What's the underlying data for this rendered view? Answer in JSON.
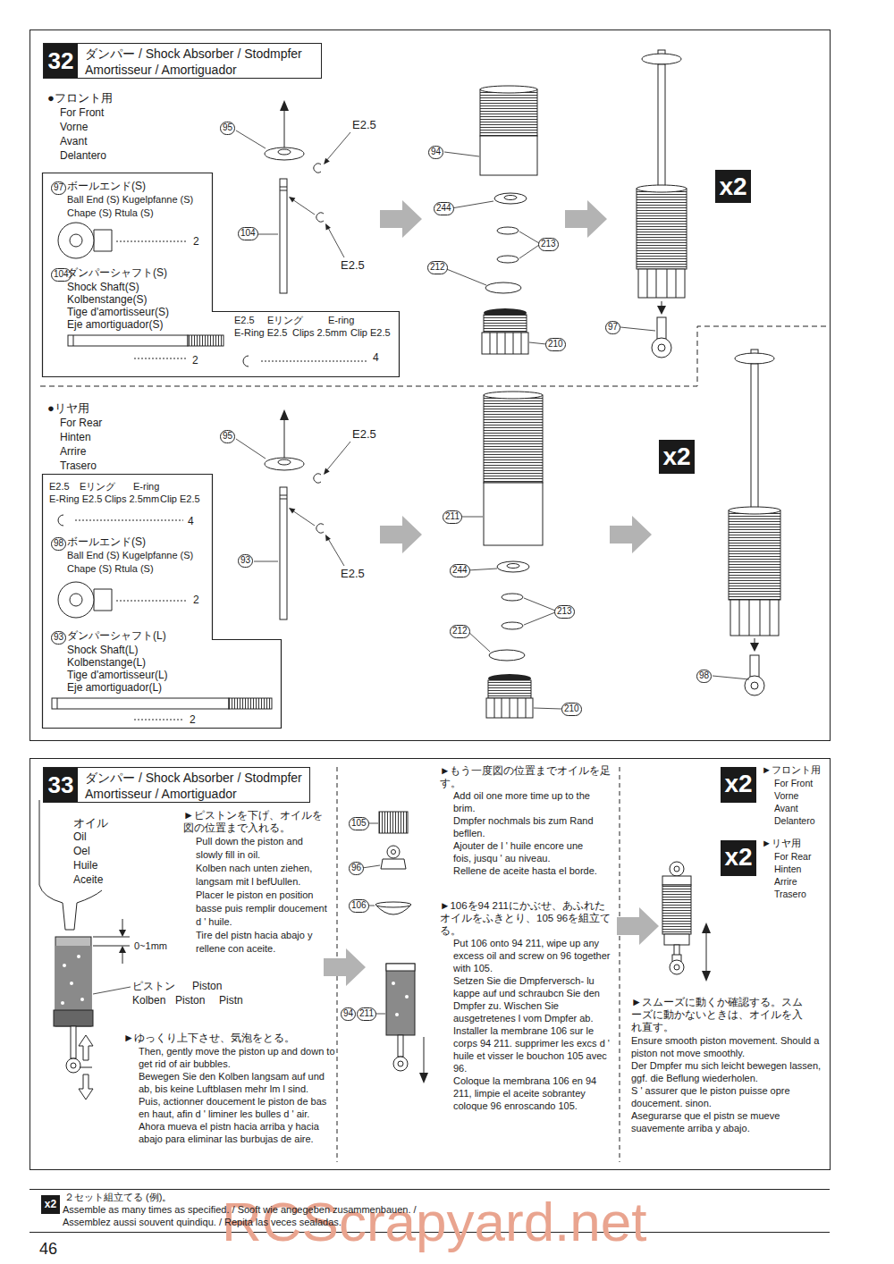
{
  "diagram": {
    "nodes": [
      {
        "text": [
          "32",
          "ダンパー / Shock Absorber / Stodmpfer",
          "Amortisseur / Amortiguador"
        ]
      },
      {
        "text": [
          "97",
          "ボールエンド(S)",
          "Ball End (S) Kugelpfanne (S)",
          "Chape (S) Rtula (S)",
          "2",
          "104",
          "ダンパーシャフト(S)",
          "Shock Shaft(S)",
          "Kolbenstange(S)",
          "Tige d'amortisseur(S)",
          "Eje amortiguador(S)",
          "2",
          "E2.5",
          "Eリング",
          "E-ring",
          "E-Ring E2.5",
          "Clips 2.5mm",
          "Clip E2.5",
          "4"
        ]
      },
      {
        "text": [
          "x2"
        ]
      },
      {
        "text": [
          "E2.5",
          "Eリング",
          "E-ring",
          "E-Ring E2.5",
          "Clips 2.5mm",
          "Clip E2.5",
          "4",
          "98",
          "ボールエンド(S)",
          "Ball End (S) Kugelpfanne (S)",
          "Chape (S) Rtula (S)",
          "2",
          "93",
          "ダンパーシャフト(L)",
          "Shock Shaft(L)",
          "Kolbenstange(L)",
          "Tige d'amortisseur(L)",
          "Eje amortiguador(L)",
          "2"
        ]
      },
      {
        "text": [
          "x2"
        ]
      },
      {
        "text": [
          "33",
          "ダンパー / Shock Absorber / Stodmpfer",
          "Amortisseur / Amortiguador"
        ]
      },
      {
        "text": [
          "x2"
        ]
      },
      {
        "text": [
          "x2"
        ]
      },
      {
        "text": [
          "x2"
        ]
      }
    ],
    "labels": [
      "●フロント用",
      "For Front",
      "Vorne",
      "Avant",
      "Delantero",
      "95",
      "E2.5",
      "104",
      "E2.5",
      "94",
      "244",
      "213",
      "212",
      "210",
      "97",
      "●リヤ用",
      "For Rear",
      "Hinten",
      "Arrire",
      "Trasero",
      "95",
      "E2.5",
      "93",
      "E2.5",
      "211",
      "244",
      "213",
      "212",
      "210",
      "98",
      "オイル",
      "Oil",
      "Oel",
      "Huile",
      "Aceite",
      "►ピストンを下げ、オイルを図の位置まで入れる。",
      "Pull down the piston and slowly fill in oil.",
      "Kolben nach unten ziehen, langsam mit l befUullen.",
      "Placer le piston en position basse puis remplir doucement d ' huile.",
      "Tire del pistn hacia abajo y rellene con aceite.",
      "0~1mm",
      "ピストン",
      "Piston",
      "Kolben",
      "Piston",
      "Pistn",
      "►ゆっくり上下させ、気泡をとる。",
      "Then, gently move the piston up and down to get rid of air bubbles.",
      "Bewegen Sie den Kolben langsam auf und ab, bis keine Luftblasen mehr lm l sind.",
      "Puis, actionner doucement le piston de bas en haut, afin d ' liminer les bulles d ' air.",
      "Ahora mueva el pistn hacia arriba y hacia abajo para eliminar las burbujas de aire.",
      "105",
      "96",
      "106",
      "94",
      "211",
      "►もう一度図の位置までオイルを足す。",
      "Add oil one more time up to the brim.",
      "Dmpfer nochmals bis zum Rand befllen.",
      "Ajouter de l ' huile encore une fois, jusqu ' au niveau.",
      "Rellene de aceite hasta el borde.",
      "►106を94 211にかぶせ、あふれたオイルをふきとり、105 96を組立てる。",
      "Put 106 onto 94 211, wipe up any excess oil and screw on 96 together with 105.",
      "Setzen Sie die Dmpferversch- lu kappe auf und schraubcn Sie den Dmpfer zu. Wischen Sie ausgetretenes l vom Dmpfer ab.",
      "Installer la membrane 106 sur le corps 94 211. supprimer les excs d ' huile et visser le bouchon 105 avec 96.",
      "Coloque la membrana 106 en 94 211, limpie el aceite sobrantey coloque 96 enroscando 105.",
      "►フロント用",
      "For Front",
      "Vorne",
      "Avant",
      "Delantero",
      "►リヤ用",
      "For Rear",
      "Hinten",
      "Arrire",
      "Trasero",
      "►スムーズに動くか確認する。スムーズに動かないときは、オイルを入れ直す。",
      "Ensure smooth piston movement. Should a piston not move smoothly.",
      "Der Dmpfer mu sich leicht bewegen lassen, ggf. die Beflung wiederholen.",
      "S ' assurer que le piston puisse opre doucement. sinon.",
      "Asegurarse que el pistn se mueve suavemente arriba y abajo.",
      "２セット組立てる (例)。",
      "Assemble as many times as specified. / Sooft wie angegeben zusammenbauen. /",
      "Assemblez aussi souvent quindiqu. / Repita las veces sealadas.",
      "46",
      "RCScrapyard.net"
    ]
  }
}
